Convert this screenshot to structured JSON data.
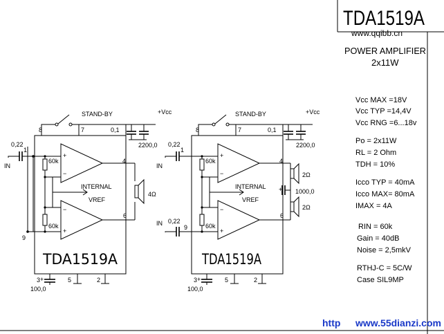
{
  "header": {
    "part_number": "TDA1519A",
    "website": "www.qqibb.cn",
    "subtitle_line1": "POWER AMPLIFIER",
    "subtitle_line2": "2x11W"
  },
  "specs": {
    "group1": [
      "Vcc MAX =18V",
      "Vcc TYP =14,4V",
      "Vcc RNG =6...18v"
    ],
    "group2": [
      "Po = 2x11W",
      "RL = 2 Ohm",
      "TDH = 10%"
    ],
    "group3": [
      "Icco TYP = 40mA",
      "Icco MAX= 80mA",
      "IMAX = 4A"
    ],
    "group4": [
      "RIN = 60k",
      "Gain = 40dB",
      "Noise = 2,5mkV"
    ],
    "group5": [
      "RTHJ-C = 5C/W",
      "Case SIL9MP"
    ]
  },
  "circuits": [
    {
      "chip_label": "TDA1519A",
      "standby": "STAND-BY",
      "vcc": "+Vcc",
      "internal": "INTERNAL",
      "vref": "VREF",
      "cap_01": "0,1",
      "cap_2200": "2200,0",
      "cap_100": "100,0",
      "input_cap": "0,22",
      "input": "IN",
      "r_top": "60k",
      "r_bottom": "60k",
      "load": "4Ω",
      "pins": [
        "8",
        "7",
        "1",
        "4",
        "6",
        "9",
        "3",
        "5",
        "2"
      ]
    },
    {
      "chip_label": "TDA1519A",
      "standby": "STAND-BY",
      "vcc": "+Vcc",
      "internal": "INTERNAL",
      "vref": "VREF",
      "cap_01": "0,1",
      "cap_2200": "2200,0",
      "cap_100": "100,0",
      "input_cap_top": "0,22",
      "input_cap_bottom": "0,22",
      "input_top": "IN",
      "input_bottom": "IN",
      "r_top": "60k",
      "r_bottom": "60k",
      "load_top": "2Ω",
      "load_bottom": "2Ω",
      "bridge_cap": "1000,0",
      "pins": [
        "8",
        "7",
        "1",
        "4",
        "6",
        "9",
        "3",
        "5",
        "2"
      ]
    }
  ],
  "watermark": {
    "left": "http",
    "right": "www.55dianzi.com"
  }
}
